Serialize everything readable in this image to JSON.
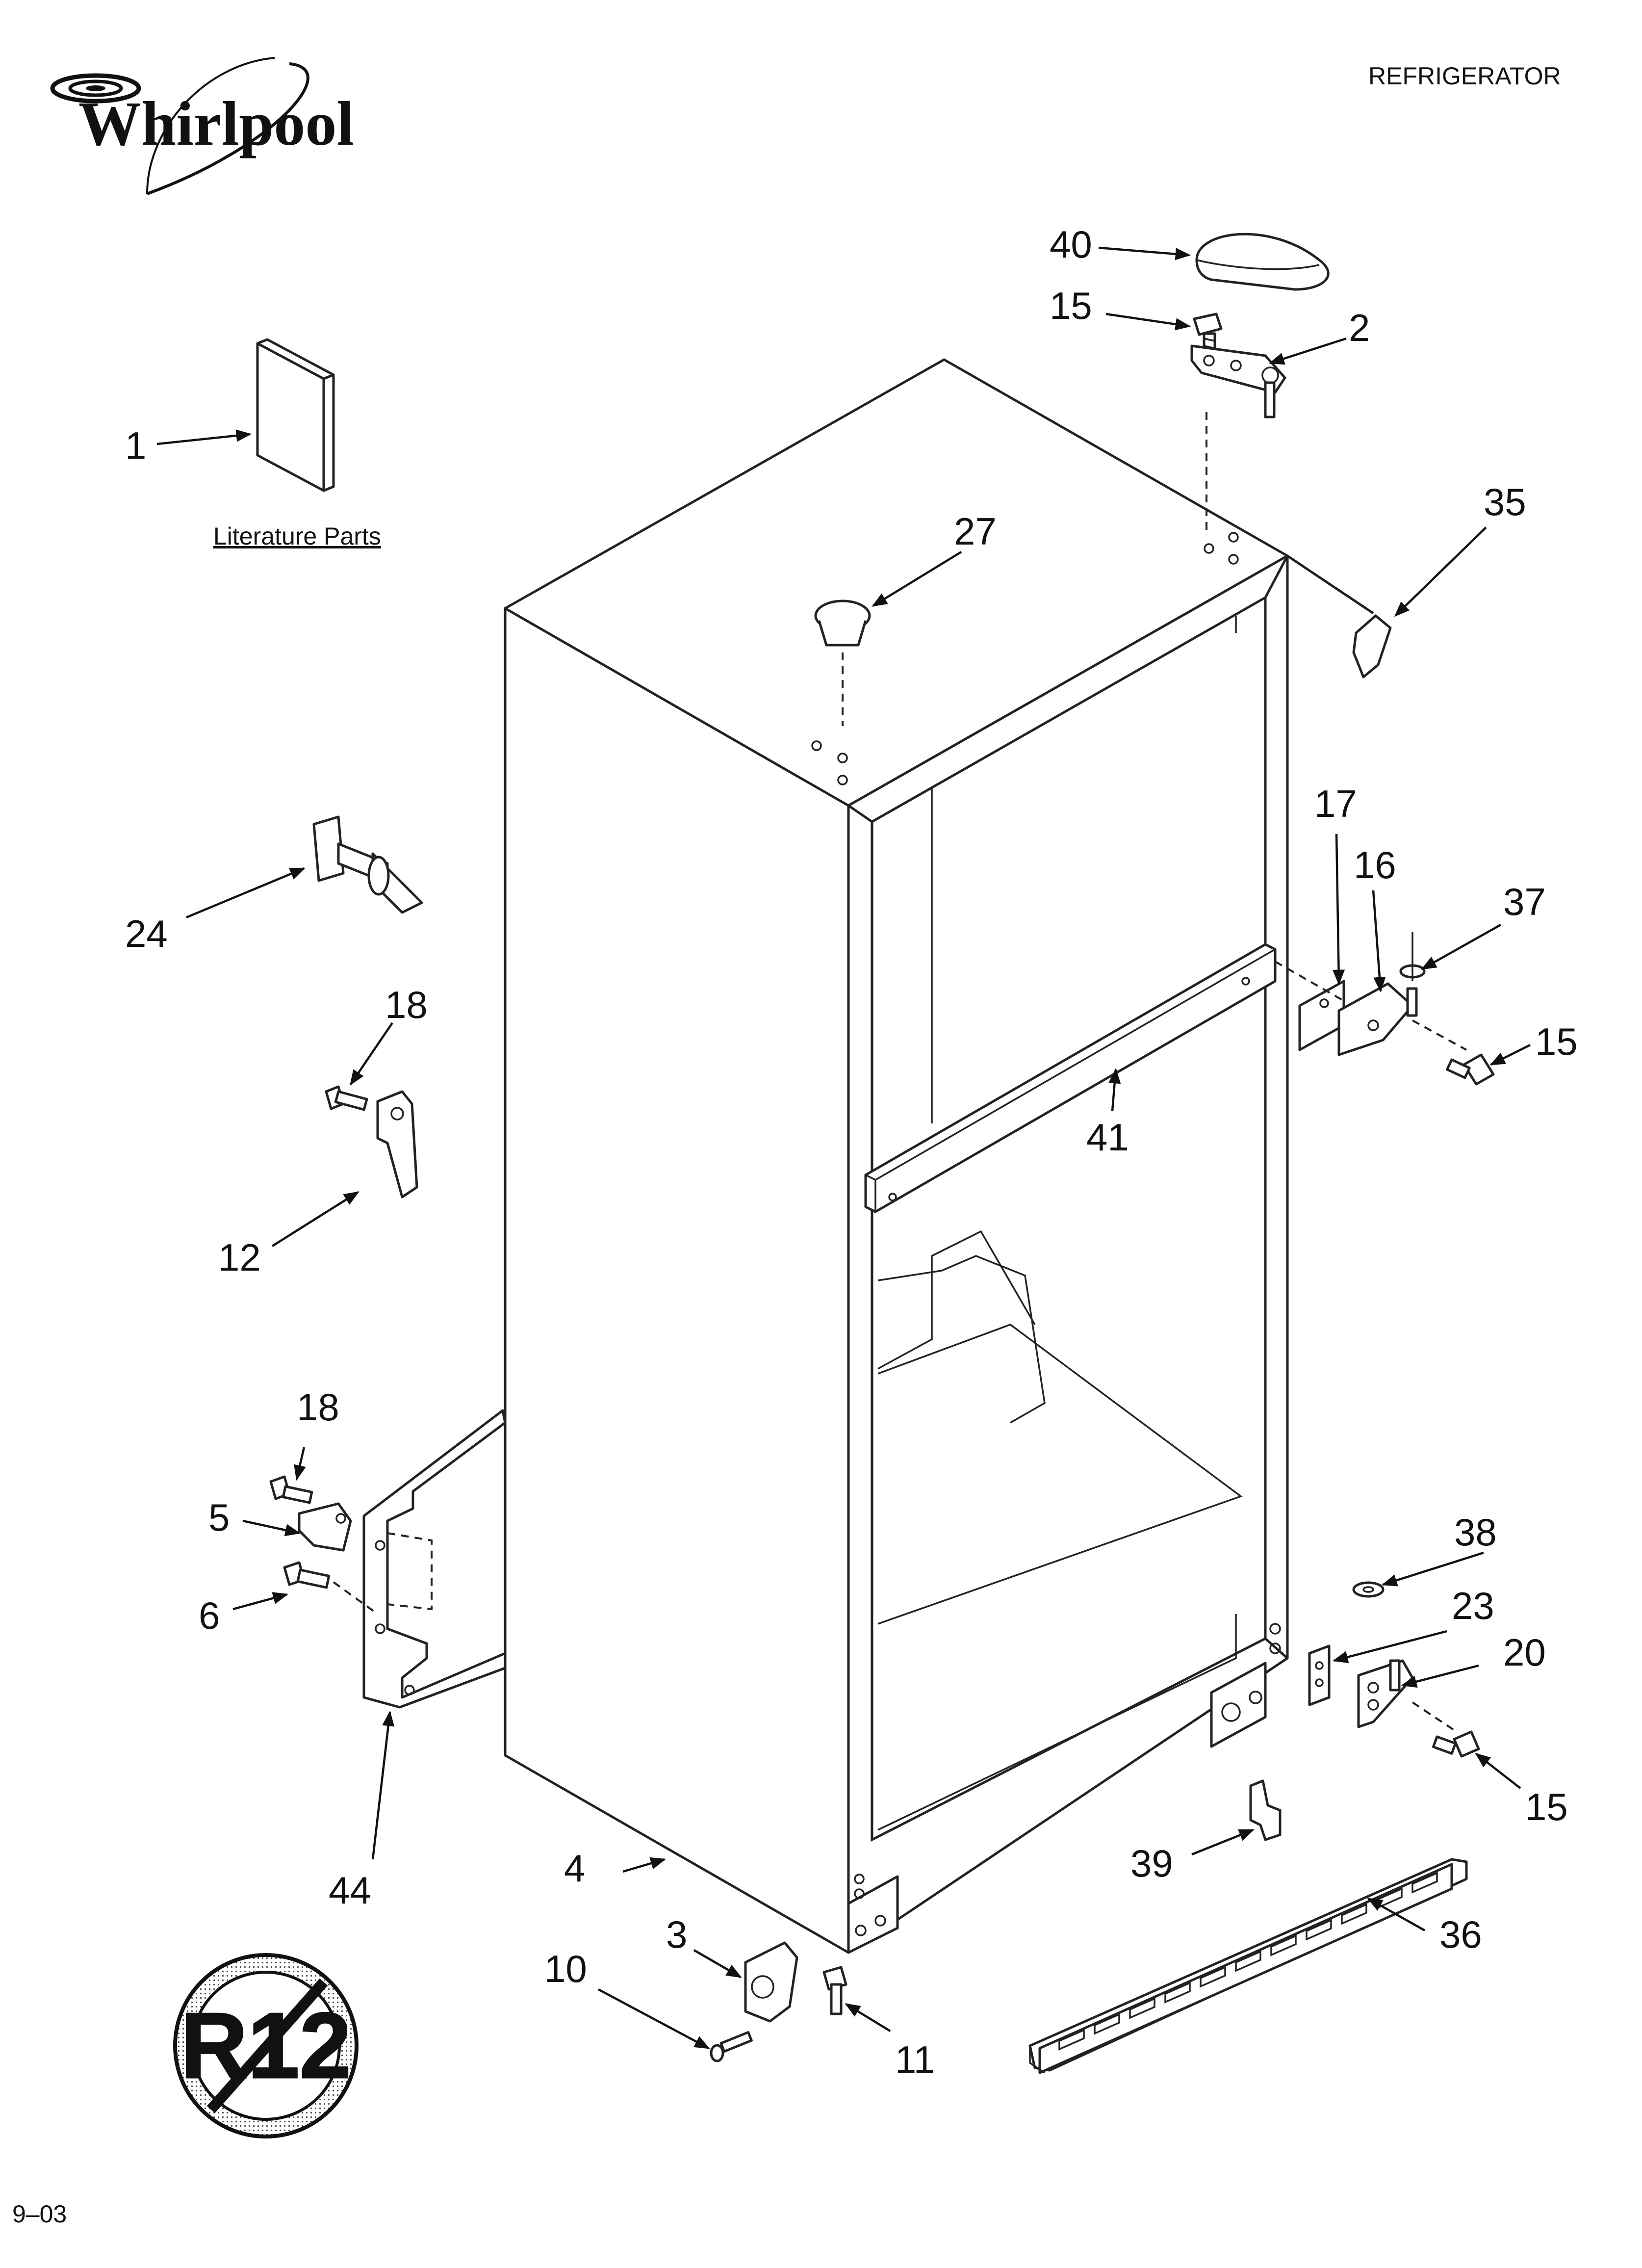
{
  "header": {
    "brand": "Whirlpool",
    "category": "REFRIGERATOR"
  },
  "literature": {
    "label": "Literature Parts"
  },
  "footer": {
    "date_code": "9–03"
  },
  "badge": {
    "text": "R12"
  },
  "callouts": {
    "p1": "1",
    "p2": "2",
    "p3": "3",
    "p4": "4",
    "p5": "5",
    "p6": "6",
    "p10": "10",
    "p11": "11",
    "p12": "12",
    "p15a": "15",
    "p15b": "15",
    "p15c": "15",
    "p16": "16",
    "p17": "17",
    "p18a": "18",
    "p18b": "18",
    "p20": "20",
    "p23": "23",
    "p24": "24",
    "p27": "27",
    "p35": "35",
    "p36": "36",
    "p37": "37",
    "p38": "38",
    "p39": "39",
    "p40": "40",
    "p41": "41",
    "p44": "44"
  }
}
